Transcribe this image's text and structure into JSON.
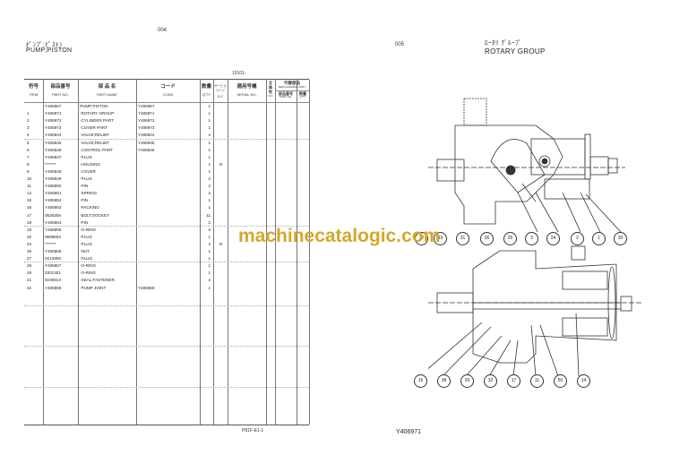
{
  "left_page": {
    "page_number": "004",
    "title_jp": "ﾎﾟﾝﾌﾟ;ﾋﾟｽﾄﾝ",
    "title_en": "PUMP;PISTON",
    "serial_range": "10101-",
    "columns": {
      "item": {
        "jp": "符号",
        "en": "ITEM"
      },
      "part_no": {
        "jp": "部品番号",
        "en": "PART NO."
      },
      "part_name": {
        "jp": "部 品 名",
        "en": "PART NAME"
      },
      "code": {
        "jp": "コード",
        "en": "CODE"
      },
      "qty": {
        "jp": "数量",
        "en": "Q'TY"
      },
      "sc": {
        "jp": "サービスコード",
        "en": "S.C"
      },
      "serial": {
        "jp": "適用号機",
        "en": "SERIAL NO."
      },
      "interchange": {
        "jp": "互換性",
        "en": "ICA"
      },
      "replaceable": {
        "title": "代替部品",
        "en": "REPLACEABLE PART",
        "part_no_jp": "部品番号",
        "part_no_en": "PART NO.",
        "qty_jp": "数量",
        "qty_en": "Q'TY"
      }
    },
    "rows": [
      {
        "item": "",
        "part_no": "Y406967",
        "name": "PUMP;PISTON",
        "code": "Y406967",
        "qty": "1",
        "sc": ""
      },
      {
        "item": "1",
        "part_no": "Y406971",
        "name": "·ROTARY GROUP",
        "code": "Y406971",
        "qty": "1",
        "sc": ""
      },
      {
        "item": "2",
        "part_no": "Y406972",
        "name": "·CYLINDER PART",
        "code": "Y406972",
        "qty": "1",
        "sc": ""
      },
      {
        "item": "3",
        "part_no": "Y406973",
        "name": "·COVER PART",
        "code": "Y406973",
        "qty": "1",
        "sc": ""
      },
      {
        "item": "4",
        "part_no": "Y406844",
        "name": "·VALVE;RELIEF",
        "code": "Y406844",
        "qty": "2",
        "sc": ""
      },
      {
        "item": "5",
        "part_no": "Y406845",
        "name": "·VALVE;RELIEF",
        "code": "Y406845",
        "qty": "1",
        "sc": ""
      },
      {
        "item": "6",
        "part_no": "Y406846",
        "name": "·CONTROL PART",
        "code": "Y406846",
        "qty": "1",
        "sc": ""
      },
      {
        "item": "7",
        "part_no": "Y406847",
        "name": "·PLUG",
        "code": "",
        "qty": "1",
        "sc": ""
      },
      {
        "item": "8",
        "part_no": "*******",
        "name": "·HOUSING",
        "code": "",
        "qty": "1",
        "sc": "D"
      },
      {
        "item": "9",
        "part_no": "Y406848",
        "name": "·COVER",
        "code": "",
        "qty": "1",
        "sc": ""
      },
      {
        "item": "10",
        "part_no": "Y406849",
        "name": "·PLUG",
        "code": "",
        "qty": "2",
        "sc": ""
      },
      {
        "item": "11",
        "part_no": "Y406850",
        "name": "·PIN",
        "code": "",
        "qty": "2",
        "sc": ""
      },
      {
        "item": "12",
        "part_no": "Y406851",
        "name": "·SPRING",
        "code": "",
        "qty": "2",
        "sc": ""
      },
      {
        "item": "15",
        "part_no": "Y406852",
        "name": "·PIN",
        "code": "",
        "qty": "1",
        "sc": ""
      },
      {
        "item": "16",
        "part_no": "Y406853",
        "name": "·PACKING",
        "code": "",
        "qty": "1",
        "sc": ""
      },
      {
        "item": "17",
        "part_no": "0526208",
        "name": "·BOLT;SOCKET",
        "code": "",
        "qty": "11",
        "sc": ""
      },
      {
        "item": "18",
        "part_no": "Y406854",
        "name": "·PIN",
        "code": "",
        "qty": "2",
        "sc": ""
      },
      {
        "item": "19",
        "part_no": "Y406855",
        "name": "·O-RING",
        "code": "",
        "qty": "2",
        "sc": ""
      },
      {
        "item": "20",
        "part_no": "0699604",
        "name": "·PLUG",
        "code": "",
        "qty": "1",
        "sc": ""
      },
      {
        "item": "24",
        "part_no": "*******",
        "name": "·PLUG",
        "code": "",
        "qty": "2",
        "sc": "D"
      },
      {
        "item": "26",
        "part_no": "Y406856",
        "name": "·NUT",
        "code": "",
        "qty": "1",
        "sc": ""
      },
      {
        "item": "27",
        "part_no": "0214908",
        "name": "·PLUG",
        "code": "",
        "qty": "1",
        "sc": ""
      },
      {
        "item": "28",
        "part_no": "Y406857",
        "name": "·O-RING",
        "code": "",
        "qty": "1",
        "sc": ""
      },
      {
        "item": "29",
        "part_no": "0301301",
        "name": "·O-RING",
        "code": "",
        "qty": "1",
        "sc": ""
      },
      {
        "item": "41",
        "part_no": "0230814",
        "name": "·SEAL;FASTENER",
        "code": "",
        "qty": "2",
        "sc": ""
      },
      {
        "item": "42",
        "part_no": "Y406858",
        "name": "·PUMP JOINT",
        "code": "Y406858",
        "qty": "1",
        "sc": ""
      }
    ],
    "footer_code": "P81F-E1-1"
  },
  "right_page": {
    "page_number": "005",
    "title_jp": "ﾛｰﾀﾘ ｸﾞﾙｰﾌﾟ",
    "title_en": "ROTARY GROUP",
    "figure_code": "Y406971",
    "callouts_top_row": [
      "12",
      "19",
      "31",
      "36",
      "25",
      "3",
      "24",
      "2",
      "1",
      "30"
    ],
    "callouts_bottom_row": [
      "16",
      "38",
      "26",
      "32",
      "17",
      "11",
      "50",
      "14"
    ]
  },
  "watermark": "machinecatalogic.com"
}
